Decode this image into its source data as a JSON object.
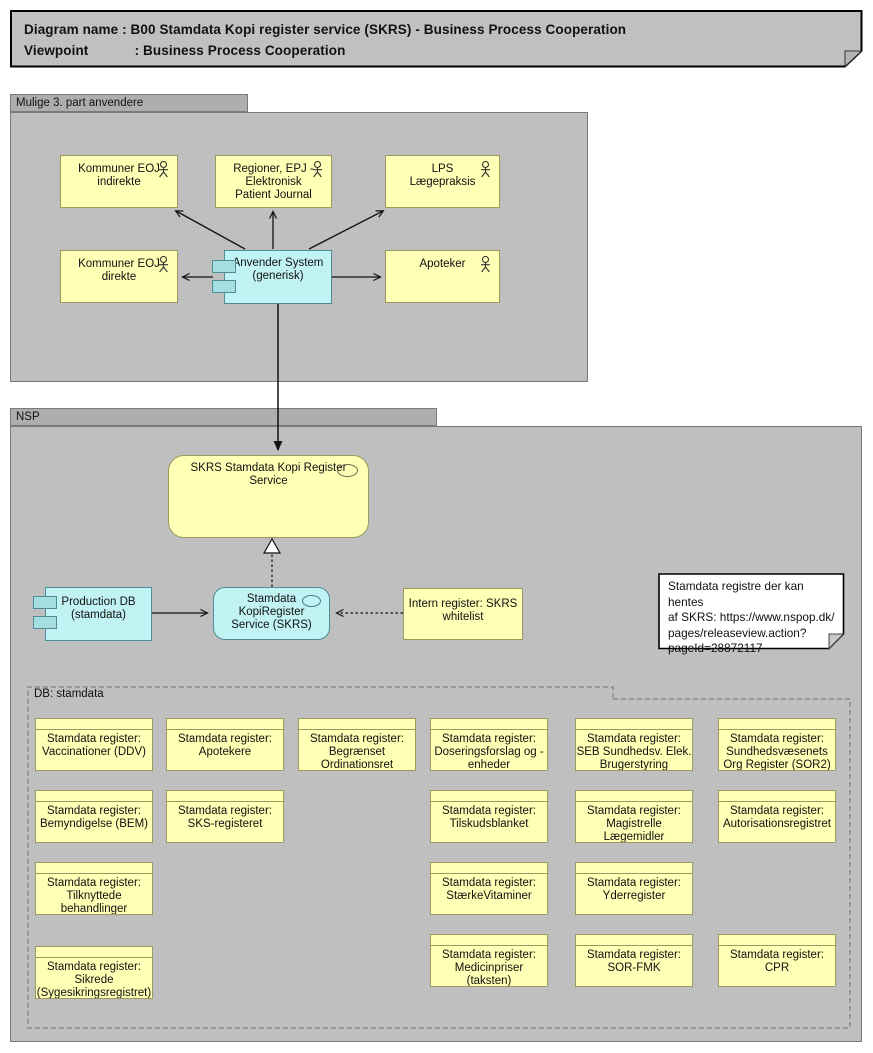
{
  "title_note": {
    "text": "Diagram name : B00 Stamdata Kopi register service (SKRS) - Business Process Cooperation\nViewpoint            : Business Process Cooperation"
  },
  "groups": {
    "third_party": "Mulige 3. part anvendere",
    "nsp": "NSP",
    "db": "DB: stamdata"
  },
  "nodes": {
    "kommuner_eoj_indirekte": "Kommuner EOJ\nindirekte",
    "regioner_epj": "Regioner, EPJ -\nElektronisk\nPatient Journal",
    "lps": "LPS\nLægepraksis",
    "kommuner_eoj_direkte": "Kommuner EOJ\ndirekte",
    "anvender_system": "Anvender System\n(generisk)",
    "apoteker": "Apoteker",
    "skrs_service": "SKRS Stamdata Kopi Register\nService",
    "production_db": "Production DB\n(stamdata)",
    "stamdata_kopiregister": "Stamdata\nKopiRegister\nService (SKRS)",
    "intern_register": "Intern register: SKRS\nwhitelist"
  },
  "note": {
    "text": "Stamdata registre der kan hentes\naf SKRS: https://www.nspop.dk/\npages/releaseview.action?\npageId=28872117"
  },
  "db_registers": [
    "Stamdata register: Vaccinationer (DDV)",
    "Stamdata register: Apotekere",
    "Stamdata register: Begrænset Ordinationsret",
    "Stamdata register: Doseringsforslag og -enheder",
    "Stamdata register: SEB Sundhedsv. Elek. Brugerstyring",
    "Stamdata register: Sundhedsvæsenets Org Register (SOR2)",
    "Stamdata register: Bemyndigelse (BEM)",
    "Stamdata register: SKS-registeret",
    "Stamdata register: Tilskudsblanket",
    "Stamdata register: Magistrelle Lægemidler",
    "Stamdata register: Autorisationsregistret",
    "Stamdata register: Tilknyttede behandlinger",
    "Stamdata register: StærkeVitaminer",
    "Stamdata register: Yderregister",
    "Stamdata register: Sikrede (Sygesikringsregistret)",
    "Stamdata register: Medicinpriser (taksten)",
    "Stamdata register: SOR-FMK",
    "Stamdata register: CPR"
  ],
  "colors": {
    "business_fill": "#ffffb5",
    "business_border": "#9a9a60",
    "application_fill": "#c2f3f4",
    "application_border": "#4d8d95",
    "group_fill": "#bfbfbf",
    "group_tab_fill": "#aeaeae",
    "title_note_fill": "#c0c0c0",
    "note_fill": "#ffffff"
  }
}
